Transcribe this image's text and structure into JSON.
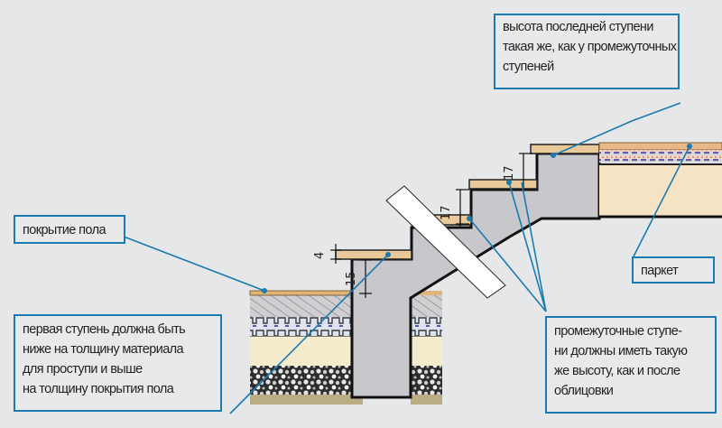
{
  "callouts": {
    "last_step": {
      "lines": [
        "высота последней ступени",
        "такая же, как у промежуточных",
        "ступеней"
      ]
    },
    "floor_covering": {
      "lines": [
        "покрытие пола"
      ]
    },
    "first_step": {
      "lines": [
        "первая ступень должна быть",
        "ниже на толщину материала",
        "для проступи и выше",
        "на толщину покрытия пола"
      ]
    },
    "intermediate_steps": {
      "lines": [
        "промежуточные ступе-",
        "ни должны иметь такую",
        "же высоту, как и после",
        "облицовки"
      ]
    },
    "parquet": {
      "lines": [
        "паркет"
      ]
    }
  },
  "dimensions": {
    "tread_thickness": "4",
    "first_riser": "15",
    "middle_riser": "17",
    "top_riser": "17"
  },
  "colors": {
    "background": "#e6e7e8",
    "callout_border": "#1a7bb0",
    "leader_line": "#1a7bb0",
    "concrete": "#c8c8cc",
    "tread_wood": "#e9c89a",
    "screed": "#f4ebcc",
    "soil": "#b9ad84"
  }
}
